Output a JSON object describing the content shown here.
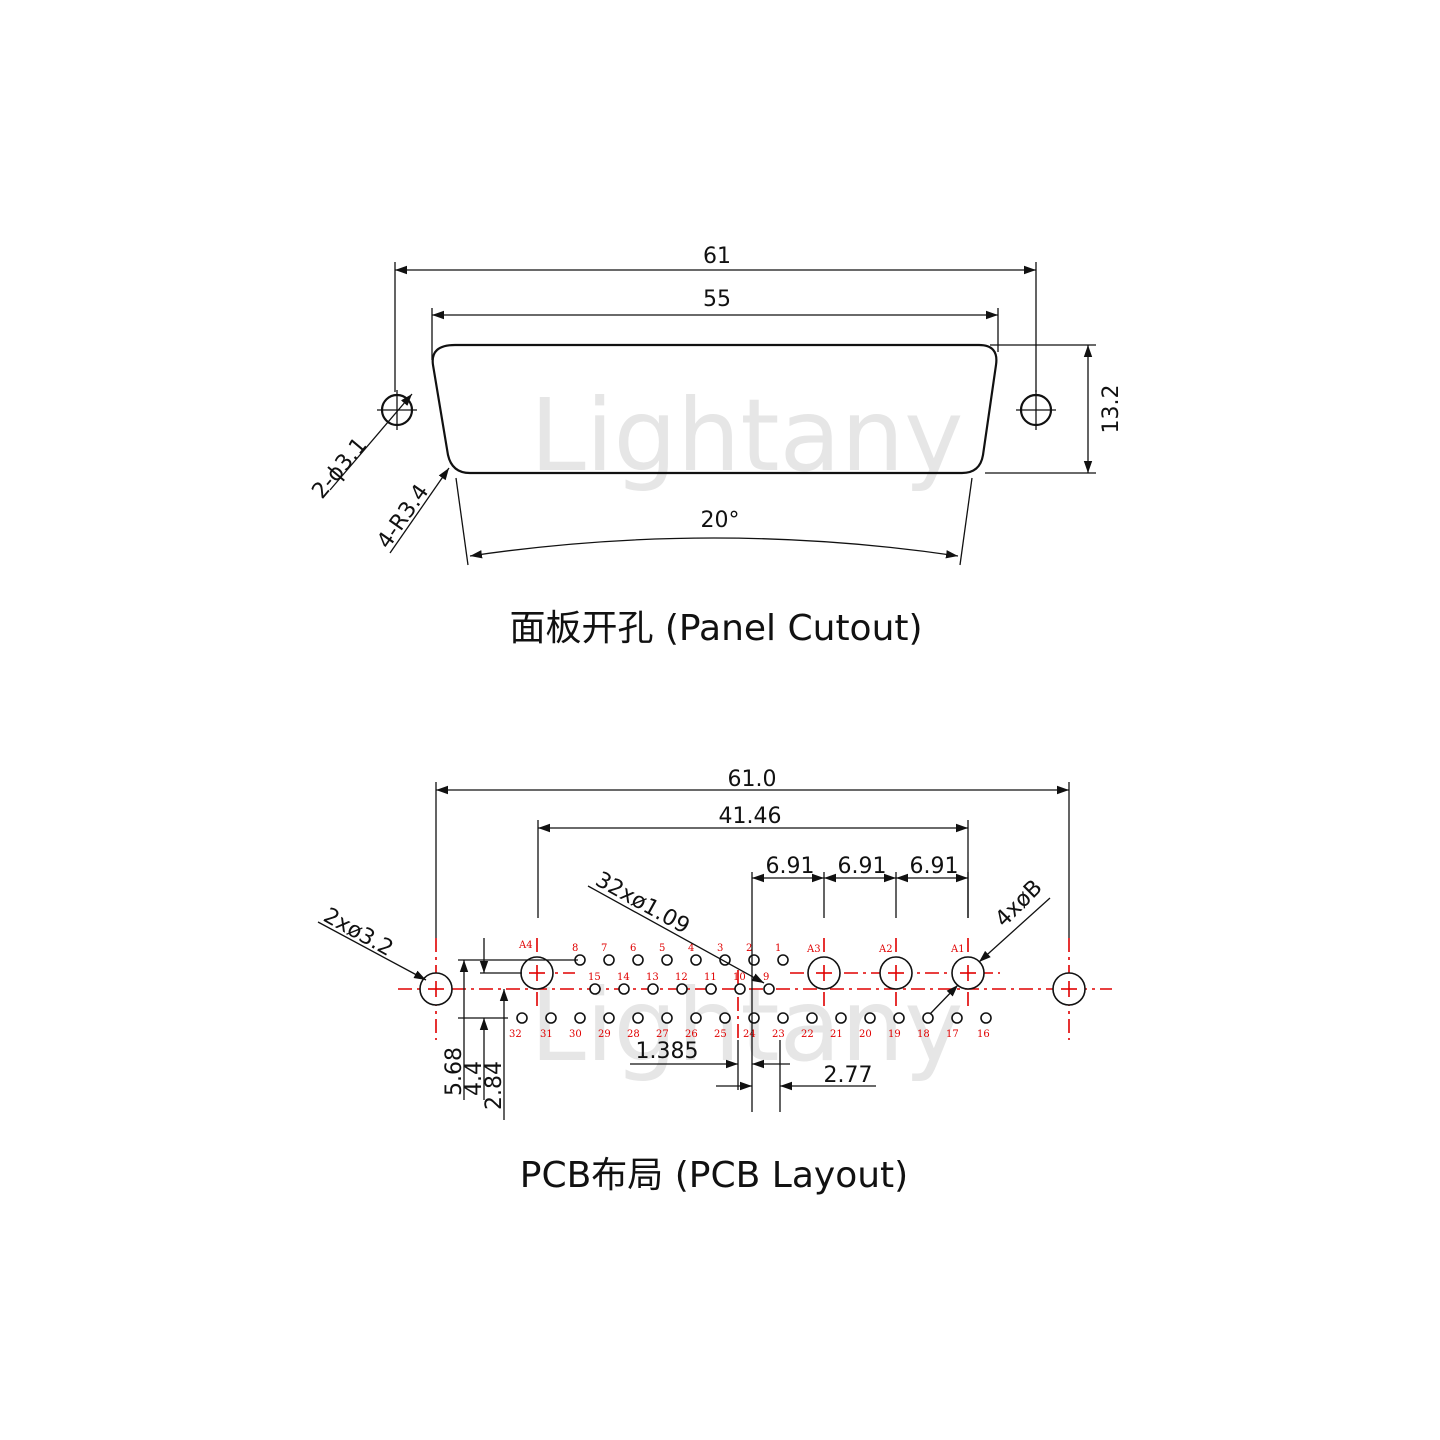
{
  "watermark": "Lightany",
  "panel_cutout": {
    "caption": "面板开孔 (Panel Cutout)",
    "dim_overall": "61",
    "dim_window": "55",
    "dim_height": "13.2",
    "dim_holes": "2-ϕ3.1",
    "dim_radius": "4-R3.4",
    "dim_angle": "20°"
  },
  "pcb_layout": {
    "caption": "PCB布局 (PCB Layout)",
    "dim_overall": "61.0",
    "dim_coax_span": "41.46",
    "dim_coax_pitch": [
      "6.91",
      "6.91",
      "6.91"
    ],
    "dim_signal_holes": "32xø1.09",
    "dim_mount_holes": "2xø3.2",
    "dim_coax_holes": "4xøB",
    "dim_row_offset": "1.385",
    "dim_pin_pitch": "2.77",
    "dim_vertical": [
      "5.68",
      "4.4",
      "2.84"
    ],
    "coax_labels": [
      "A4",
      "A3",
      "A2",
      "A1"
    ],
    "row1_pins": [
      "8",
      "7",
      "6",
      "5",
      "4",
      "3",
      "2",
      "1"
    ],
    "row2_pins": [
      "15",
      "14",
      "13",
      "12",
      "11",
      "10",
      "9"
    ],
    "row3_pins": [
      "32",
      "31",
      "30",
      "29",
      "28",
      "27",
      "26",
      "25",
      "24",
      "23",
      "22",
      "21",
      "20",
      "19",
      "18",
      "17",
      "16"
    ]
  }
}
